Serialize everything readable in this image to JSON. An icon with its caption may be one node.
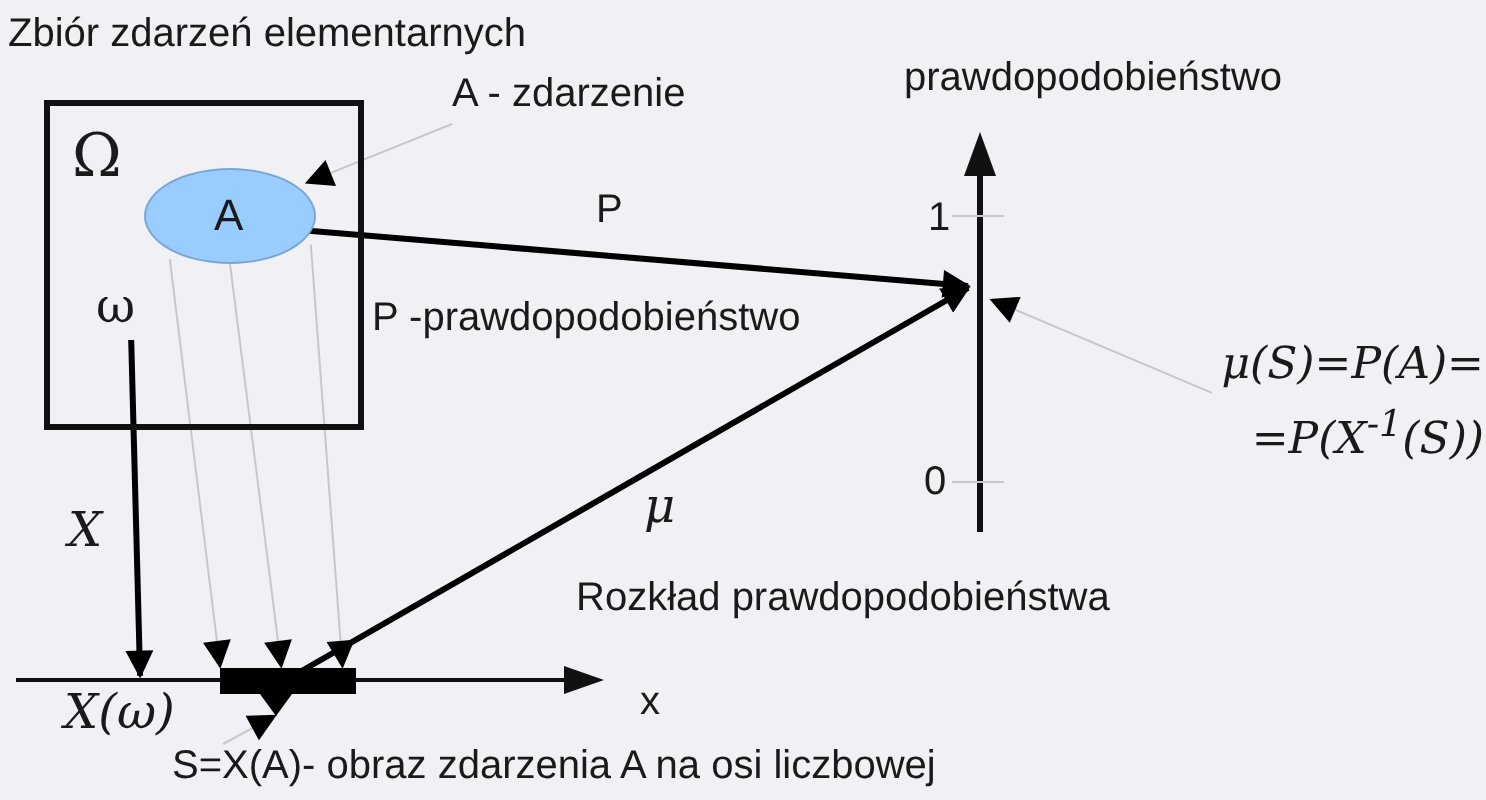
{
  "diagram": {
    "nodes": [
      {
        "text": [
          "Zbiór zdarzeń elementarnych",
          "Ω"
        ]
      },
      {
        "text": [
          "A"
        ],
        "in": 0
      },
      {
        "text": [
          "ω"
        ],
        "in": 0
      },
      {
        "text": [
          "A - zdarzenie"
        ]
      },
      {
        "text": [
          "x"
        ]
      },
      {
        "text": [],
        "shape": "bar",
        "in": 4
      },
      {
        "text": [
          "S=X(A)- obraz zdarzenia A na osi liczbowej"
        ]
      },
      {
        "text": [
          "prawdopodobieństwo"
        ]
      },
      {
        "text": [
          "μ(S)=P(A)= =P(X$^{-1}$(S))"
        ]
      }
    ],
    "edges": [
      {
        "from": 3,
        "to": 1,
        "arrow": "to"
      },
      {
        "from": 1,
        "to": 7,
        "arrow": "to",
        "label": "P",
        "style": "thick",
        "color": "#000000"
      },
      {
        "from": 2,
        "to": 4,
        "arrow": "to",
        "label": "X",
        "style": "thick",
        "color": "#000000"
      },
      {
        "from": 1,
        "to": 5,
        "arrow": "to"
      },
      {
        "from": 1,
        "to": 5,
        "arrow": "to"
      },
      {
        "from": 1,
        "to": 5,
        "arrow": "to"
      },
      {
        "from": 5,
        "to": 7,
        "arrow": "to",
        "label": "μ",
        "style": "thick",
        "color": "#000000"
      },
      {
        "from": 6,
        "to": 5,
        "arrow": "to"
      },
      {
        "from": 8,
        "to": 7,
        "arrow": "to"
      }
    ],
    "labels": [
      "1",
      "P -prawdopodobieństwo",
      "0",
      "Rozkład prawdopodobieństwa",
      "X(ω)"
    ]
  }
}
